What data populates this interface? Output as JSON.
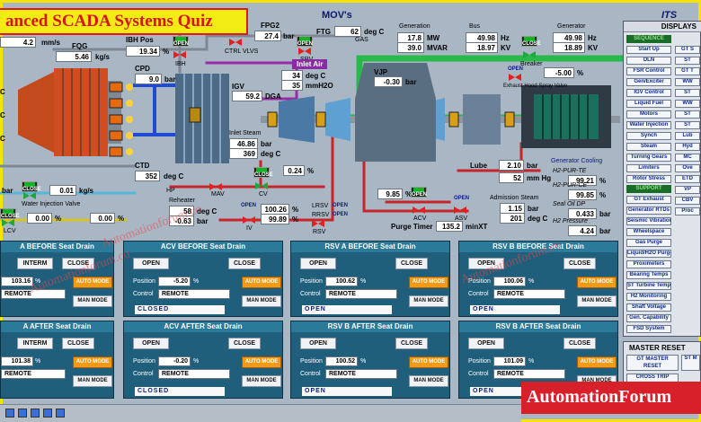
{
  "title": "anced SCADA Systems Quiz",
  "header": {
    "movs": "MOV's",
    "its": "ITS",
    "displays": "DISPLAYS"
  },
  "top": {
    "r1_val": "4.2",
    "r1_unit": "mm/s",
    "fqg_label": "FQG",
    "fqg_val": "5.46",
    "fqg_unit": "kg/s",
    "ibh_pos_label": "IBH Pos",
    "ibh_pos_val": "19.34",
    "ibh_pos_unit": "%",
    "fpg2_label": "FPG2",
    "fpg2_val": "27.4",
    "fpg2_unit": "bar",
    "ftg_label": "FTG",
    "ftg_val": "62",
    "ftg_unit": "deg C",
    "gas": "GAS",
    "generation_label": "Generation",
    "mw_val": "17.8",
    "mw_unit": "MW",
    "mvar_val": "39.0",
    "mvar_unit": "MVAR",
    "bus_label": "Bus",
    "bus_hz": "49.98",
    "bus_hz_unit": "Hz",
    "bus_kv": "18.97",
    "bus_kv_unit": "KV",
    "generator_label": "Generator",
    "gen_hz": "49.98",
    "gen_hz_unit": "Hz",
    "gen_kv": "18.89",
    "gen_kv_unit": "KV"
  },
  "valves": {
    "open": "OPEN",
    "close": "CLOSE",
    "ibh": "IBH",
    "ctrl_vlvs": "CTRL VLVS",
    "srv": "SRV",
    "breaker": "Breaker",
    "exhaust_hood": "Exhaust Hood Spray Valve",
    "water_injection": "Water Injection Valve",
    "mav": "MAV",
    "cv": "CV",
    "iv": "IV",
    "rsv": "RSV",
    "acv": "ACV",
    "asv": "ASV",
    "lrsv": "LRSV",
    "rrsv": "RRSV"
  },
  "mid": {
    "inlet_air": "Inlet Air",
    "inlet_val1": "34",
    "inlet_unit1": "deg C",
    "inlet_val2": "35",
    "inlet_unit2": "mmH2O",
    "cpd_label": "CPD",
    "cpd_val": "9.0",
    "cpd_unit": "bar",
    "igv_label": "IGV",
    "igv_val": "59.2",
    "igv_unit": "DGA",
    "vjp_label": "VJP",
    "vjp_val": "-0.30",
    "vjp_unit": "bar",
    "breaker_pct": "-5.00",
    "breaker_unit": "%",
    "inlet_steam_label": "Inlet Steam",
    "steam_bar": "46.86",
    "steam_bar_unit": "bar",
    "steam_deg": "369",
    "steam_deg_unit": "deg C",
    "ctd_label": "CTD",
    "ctd_val": "352",
    "ctd_unit": "deg C",
    "cv_pct": "0.24",
    "pct": "%",
    "lube_label": "Lube",
    "lube_val": "2.10",
    "lube_unit": "bar",
    "mmhg_val": "52",
    "mmhg_unit": "mm Hg",
    "gen_cooling": "Generator Cooling",
    "h2_pur_te": "H2-PUR-TE",
    "h2_pur_te_val": "99.21",
    "h2_pur_ce": "H2-PUR-CE",
    "h2_pur_ce_val": "99.85",
    "seal_oil": "Seal Oil DP",
    "seal_oil_val": "0.433",
    "seal_oil_unit": "bar",
    "h2_pressure": "H2 Pressure",
    "h2_pressure_val": "4.24",
    "h2_pressure_unit": "bar",
    "acv_pct": "9.85",
    "admission_label": "Admission Steam",
    "adm_bar": "1.15",
    "adm_bar_unit": "bar",
    "adm_deg": "201",
    "adm_deg_unit": "deg C",
    "hp": "HP",
    "reheater": "Reheater",
    "reh_val": "58",
    "reh_unit": "deg C",
    "reh_bar": "-0.63",
    "reh_bar_unit": "bar",
    "iv_val1": "100.26",
    "iv_val2": "99.89",
    "purge_label": "Purge Timer",
    "purge_val": "135.2",
    "purge_unit": "minXT",
    "left_bar_lbl": "bar",
    "water_val": "0.01",
    "water_unit": "kg/s",
    "lcv_label": "LCV",
    "left_pct1": "0.00",
    "left_pct2": "0.00",
    "c1": "C",
    "c2": "C",
    "c3": "C"
  },
  "sidebar": {
    "top_group": "SEQUENCE",
    "items": [
      "Start Up",
      "DLN",
      "FSR Control",
      "Gen/Exciter",
      "IGV Control",
      "Liquid Fuel",
      "Motors",
      "Water Injection",
      "Synch",
      "Steam",
      "Turning Gears",
      "Limiters",
      "Rotor Stress"
    ],
    "mid_group": "SUPPORT",
    "items2": [
      "GT Exhaust",
      "Generator RTDs",
      "Seismic Vibration",
      "Wheelspace",
      "Gas Purge",
      "Liquid/H2O Purge",
      "Proximeters",
      "Bearing Temps",
      "ST Turbine Temps",
      "H2 Monitoring",
      "Shaft Voltage",
      "Gen. Capability",
      "FSD System"
    ],
    "col2": [
      "GT S",
      "ST",
      "GT T",
      "WW",
      "ST",
      "WW",
      "ST",
      "ST",
      "Lub",
      "Hyd",
      "MC",
      "Ove",
      "ETD",
      "VP",
      "CBV",
      "Proc"
    ],
    "master_reset": "MASTER RESET",
    "gt_master_reset": "GT MASTER RESET",
    "st_m": "ST M",
    "cross_trip": "CROSS TRIP"
  },
  "panels": [
    {
      "title": "A BEFORE Seat Drain",
      "b1": "INTERM",
      "b2": "CLOSE",
      "pos_label": "",
      "pos": "103.16",
      "pos_unit": "%",
      "ctrl": "REMOTE",
      "auto": "AUTO MODE",
      "man": "MAN MODE",
      "status": ""
    },
    {
      "title": "ACV BEFORE Seat Drain",
      "b1": "OPEN",
      "b2": "CLOSE",
      "pos_label": "Position",
      "pos": "-5.20",
      "pos_unit": "%",
      "ctrl_label": "Control",
      "ctrl": "REMOTE",
      "auto": "AUTO MODE",
      "man": "MAN MODE",
      "status": "CLOSED"
    },
    {
      "title": "RSV A BEFORE Seat Drain",
      "b1": "OPEN",
      "b2": "CLOSE",
      "pos_label": "Position",
      "pos": "100.62",
      "pos_unit": "%",
      "ctrl_label": "Control",
      "ctrl": "REMOTE",
      "auto": "AUTO MODE",
      "man": "MAN MODE",
      "status": "OPEN"
    },
    {
      "title": "RSV B BEFORE Seat Drain",
      "b1": "OPEN",
      "b2": "CLOSE",
      "pos_label": "Position",
      "pos": "100.06",
      "pos_unit": "%",
      "ctrl_label": "Control",
      "ctrl": "REMOTE",
      "auto": "AUTO MODE",
      "man": "MAN MODE",
      "status": "OPEN"
    },
    {
      "title": "A AFTER Seat Drain",
      "b1": "INTERM",
      "b2": "CLOSE",
      "pos_label": "",
      "pos": "101.38",
      "pos_unit": "%",
      "ctrl": "REMOTE",
      "auto": "AUTO MODE",
      "man": "MAN MODE",
      "status": ""
    },
    {
      "title": "ACV AFTER Seat Drain",
      "b1": "OPEN",
      "b2": "CLOSE",
      "pos_label": "Position",
      "pos": "-0.20",
      "pos_unit": "%",
      "ctrl_label": "Control",
      "ctrl": "REMOTE",
      "auto": "AUTO MODE",
      "man": "MAN MODE",
      "status": "CLOSED"
    },
    {
      "title": "RSV B AFTER Seat Drain",
      "b1": "OPEN",
      "b2": "CLOSE",
      "pos_label": "Position",
      "pos": "100.52",
      "pos_unit": "%",
      "ctrl_label": "Control",
      "ctrl": "REMOTE",
      "auto": "AUTO MODE",
      "man": "MAN MODE",
      "status": "OPEN"
    },
    {
      "title": "RSV B AFTER Seat Drain",
      "b1": "OPEN",
      "b2": "CLOSE",
      "pos_label": "Position",
      "pos": "101.09",
      "pos_unit": "%",
      "ctrl_label": "Control",
      "ctrl": "REMOTE",
      "auto": "AUTO MODE",
      "man": "MAN MODE",
      "status": "OPEN"
    }
  ],
  "watermarks": [
    "Automationforum.co",
    "Automationforum.co",
    "Automationforum.co"
  ],
  "brand": "AutomationForum"
}
